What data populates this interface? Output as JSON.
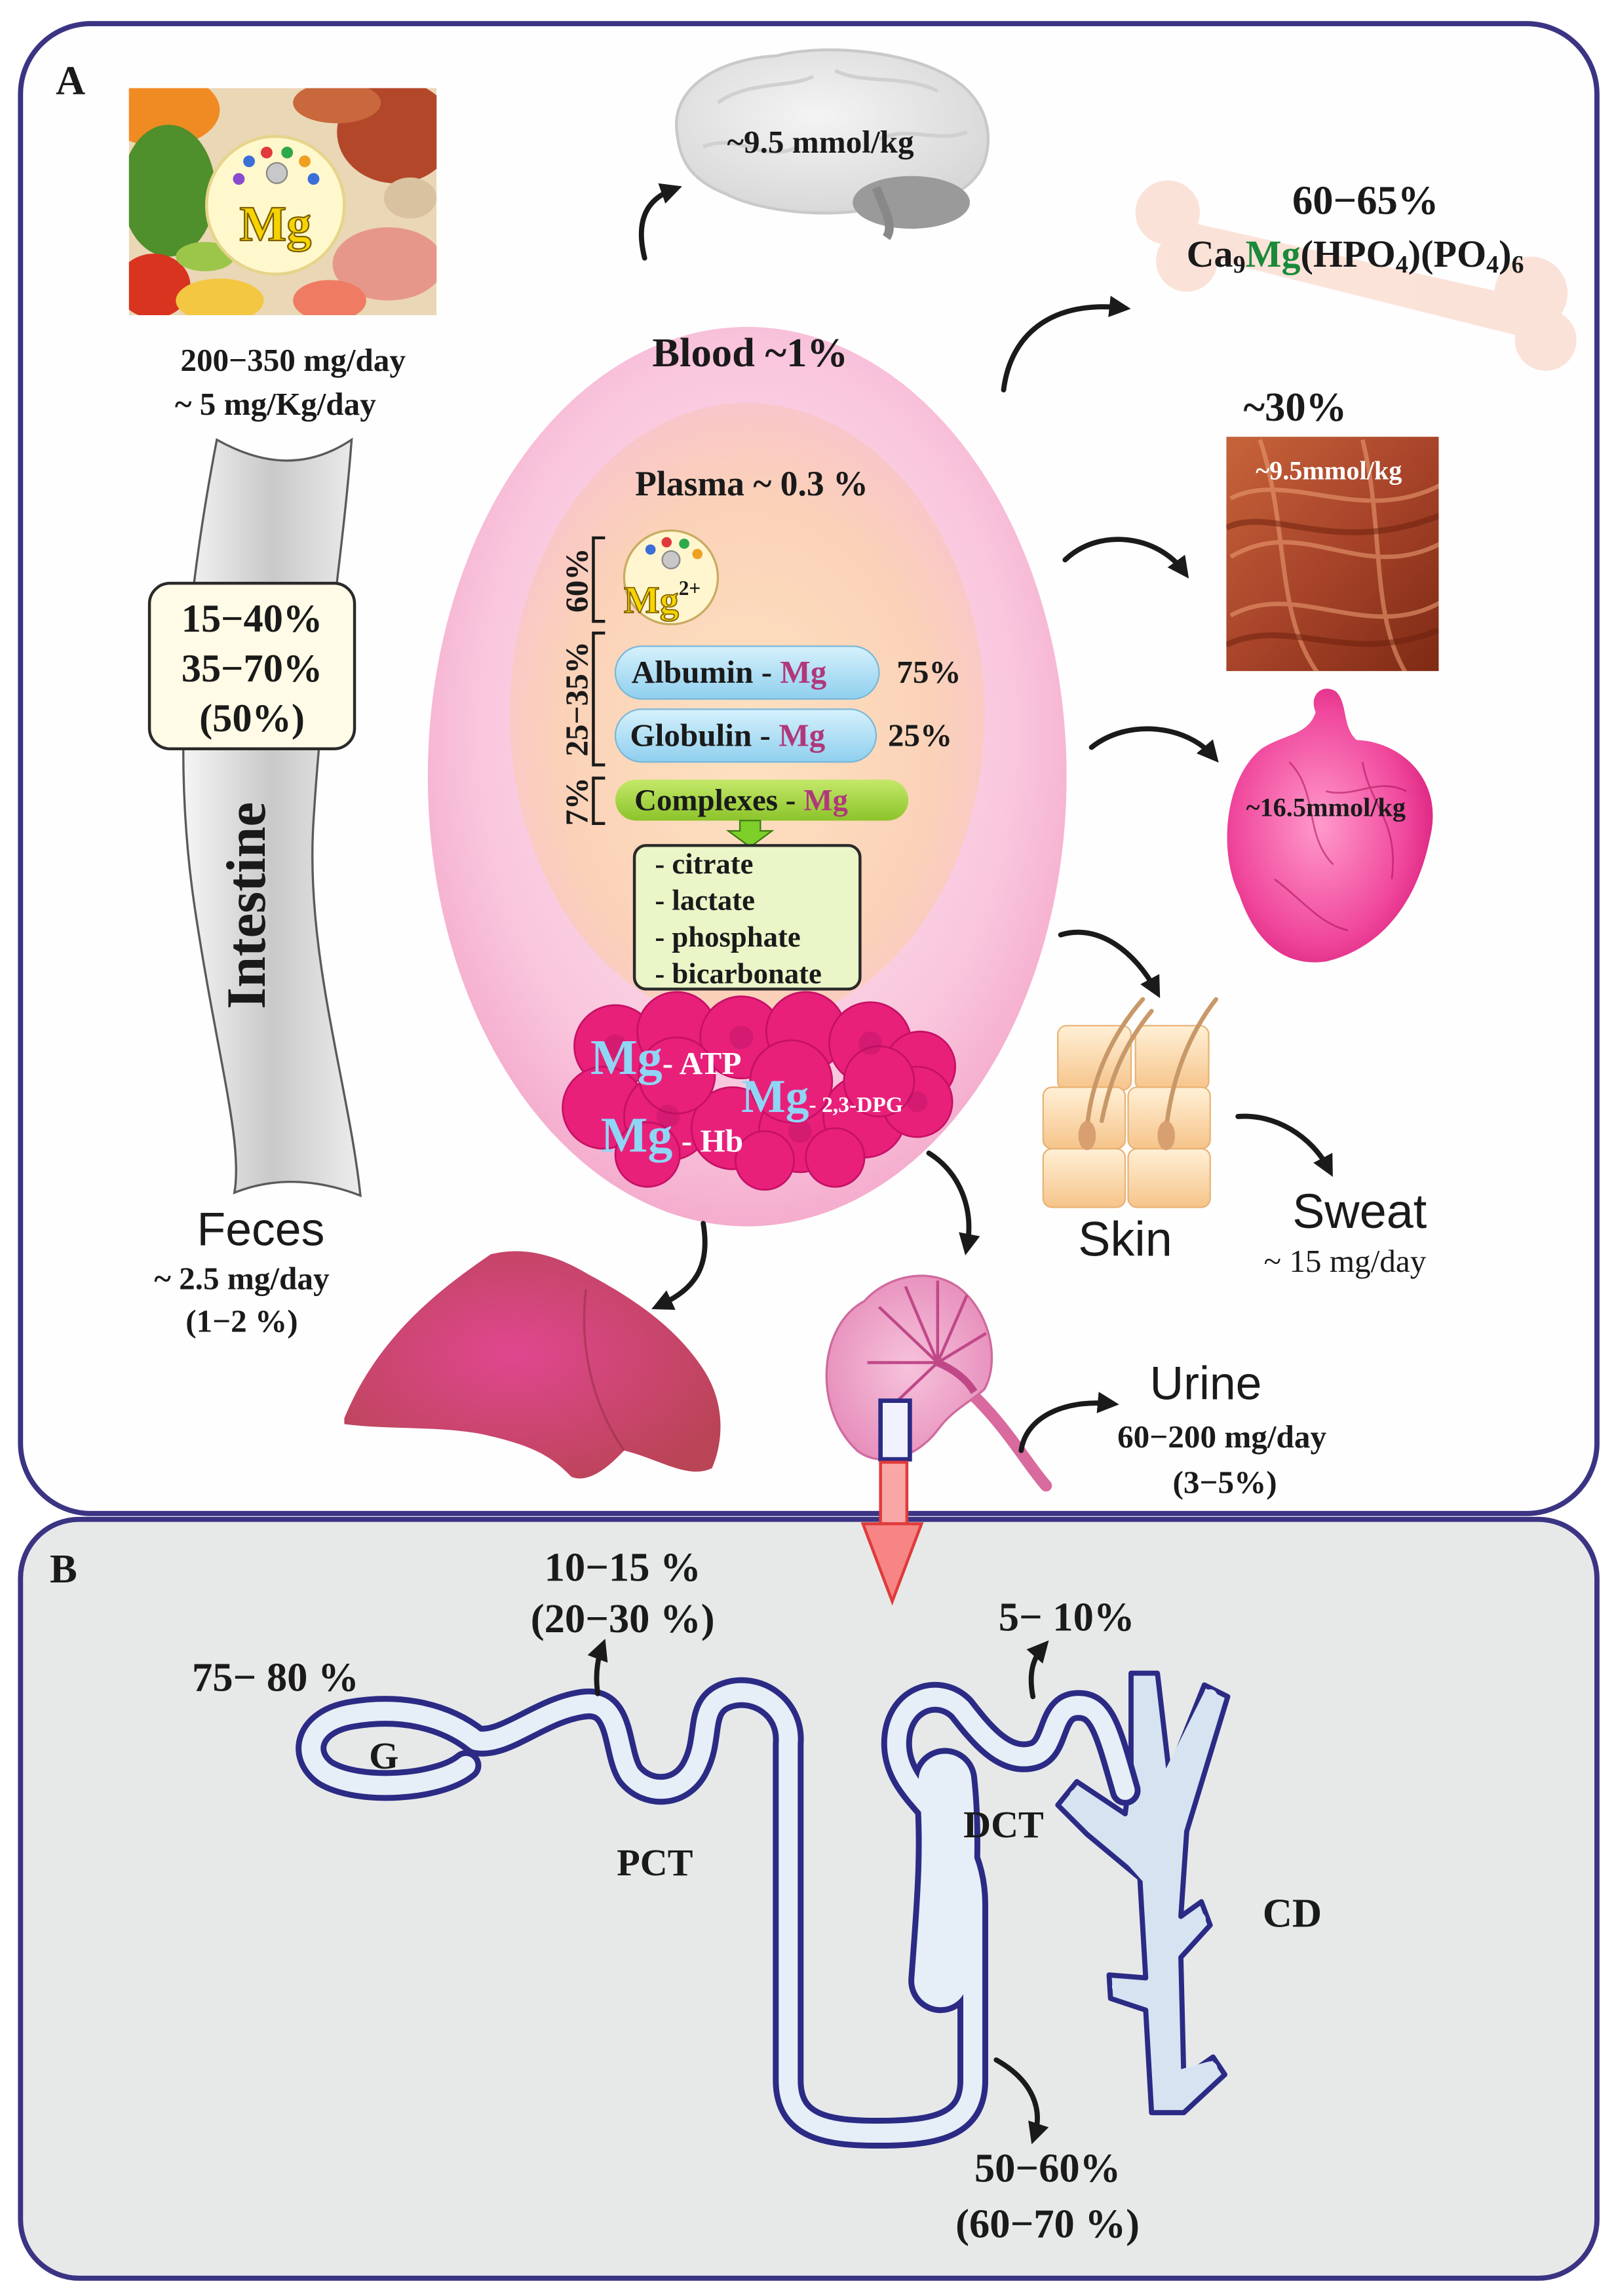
{
  "panel_a": {
    "label": "A",
    "food": {
      "mg_label": "Mg",
      "intake": "200−350 mg/day",
      "intake_per_kg": "~ 5 mg/Kg/day"
    },
    "brain": {
      "value": "~9.5 mmol/kg"
    },
    "bone": {
      "percent": "60−65%",
      "formula": {
        "ca": "Ca",
        "ca_sub": "9",
        "mg": "Mg",
        "hpo": "(HPO",
        "hpo_sub": "4",
        "po": ")(PO",
        "po_sub": "4",
        "close": ")",
        "close_sub": "6"
      }
    },
    "blood": {
      "title": "Blood ~1%",
      "plasma": {
        "title": "Plasma ~ 0.3 %",
        "free_percent": "60%",
        "protein_percent": "25−35%",
        "complex_percent": "7%",
        "ion": {
          "symbol": "Mg",
          "charge": "2+"
        },
        "albumin": {
          "name": "Albumin - ",
          "mg": "Mg",
          "percent": "75%"
        },
        "globulin": {
          "name": "Globulin - ",
          "mg": "Mg",
          "percent": "25%"
        },
        "complexes": {
          "name": "Complexes - ",
          "mg": "Mg"
        },
        "complex_types": [
          "- citrate",
          "- lactate",
          "- phosphate",
          "- bicarbonate"
        ]
      },
      "rbc": [
        {
          "mg": "Mg",
          "label": "- ATP"
        },
        {
          "mg": "Mg",
          "label": "- 2,3-DPG"
        },
        {
          "mg": "Mg",
          "label": "- Hb"
        }
      ]
    },
    "muscle": {
      "percent": "~30%",
      "value": "~9.5mmol/kg"
    },
    "heart": {
      "value": "~16.5mmol/kg"
    },
    "intestine": {
      "label": "Intestine",
      "absorption": [
        "15−40%",
        "35−70%",
        "(50%)"
      ]
    },
    "feces": {
      "label": "Feces",
      "amount": "~ 2.5 mg/day",
      "percent": "(1−2 %)"
    },
    "skin": {
      "label": "Skin"
    },
    "sweat": {
      "label": "Sweat",
      "amount": "~ 15 mg/day"
    },
    "urine": {
      "label": "Urine",
      "amount": "60−200 mg/day",
      "percent": "(3−5%)"
    }
  },
  "panel_b": {
    "label": "B",
    "glomerulus": {
      "label": "G",
      "percent": "75− 80 %"
    },
    "pct": {
      "label": "PCT",
      "percent": "10−15 %",
      "percent_alt": "(20−30 %)"
    },
    "loop": {
      "percent": "50−60%",
      "percent_alt": "(60−70 %)"
    },
    "dct": {
      "label": "DCT",
      "percent": "5− 10%"
    },
    "cd": {
      "label": "CD"
    }
  },
  "icons": {
    "food": "food-icon",
    "brain": "brain-icon",
    "bone": "bone-icon",
    "muscle": "muscle-icon",
    "heart": "heart-icon",
    "skin": "skin-icon",
    "liver": "liver-icon",
    "kidney": "kidney-icon",
    "intestine": "intestine-icon",
    "nephron": "nephron-icon"
  },
  "colors": {
    "panel_border": "#3b3483",
    "panel_b_background": "#e7e9e9",
    "blood": "#f4a5cb",
    "plasma": "#fddcbc",
    "mg_highlight": "#b0387a",
    "bone_mg": "#1a8a3a",
    "rbc": "#e8207a",
    "rbc_mg": "#8fd6f5",
    "nephron_outline": "#2b2b85"
  }
}
